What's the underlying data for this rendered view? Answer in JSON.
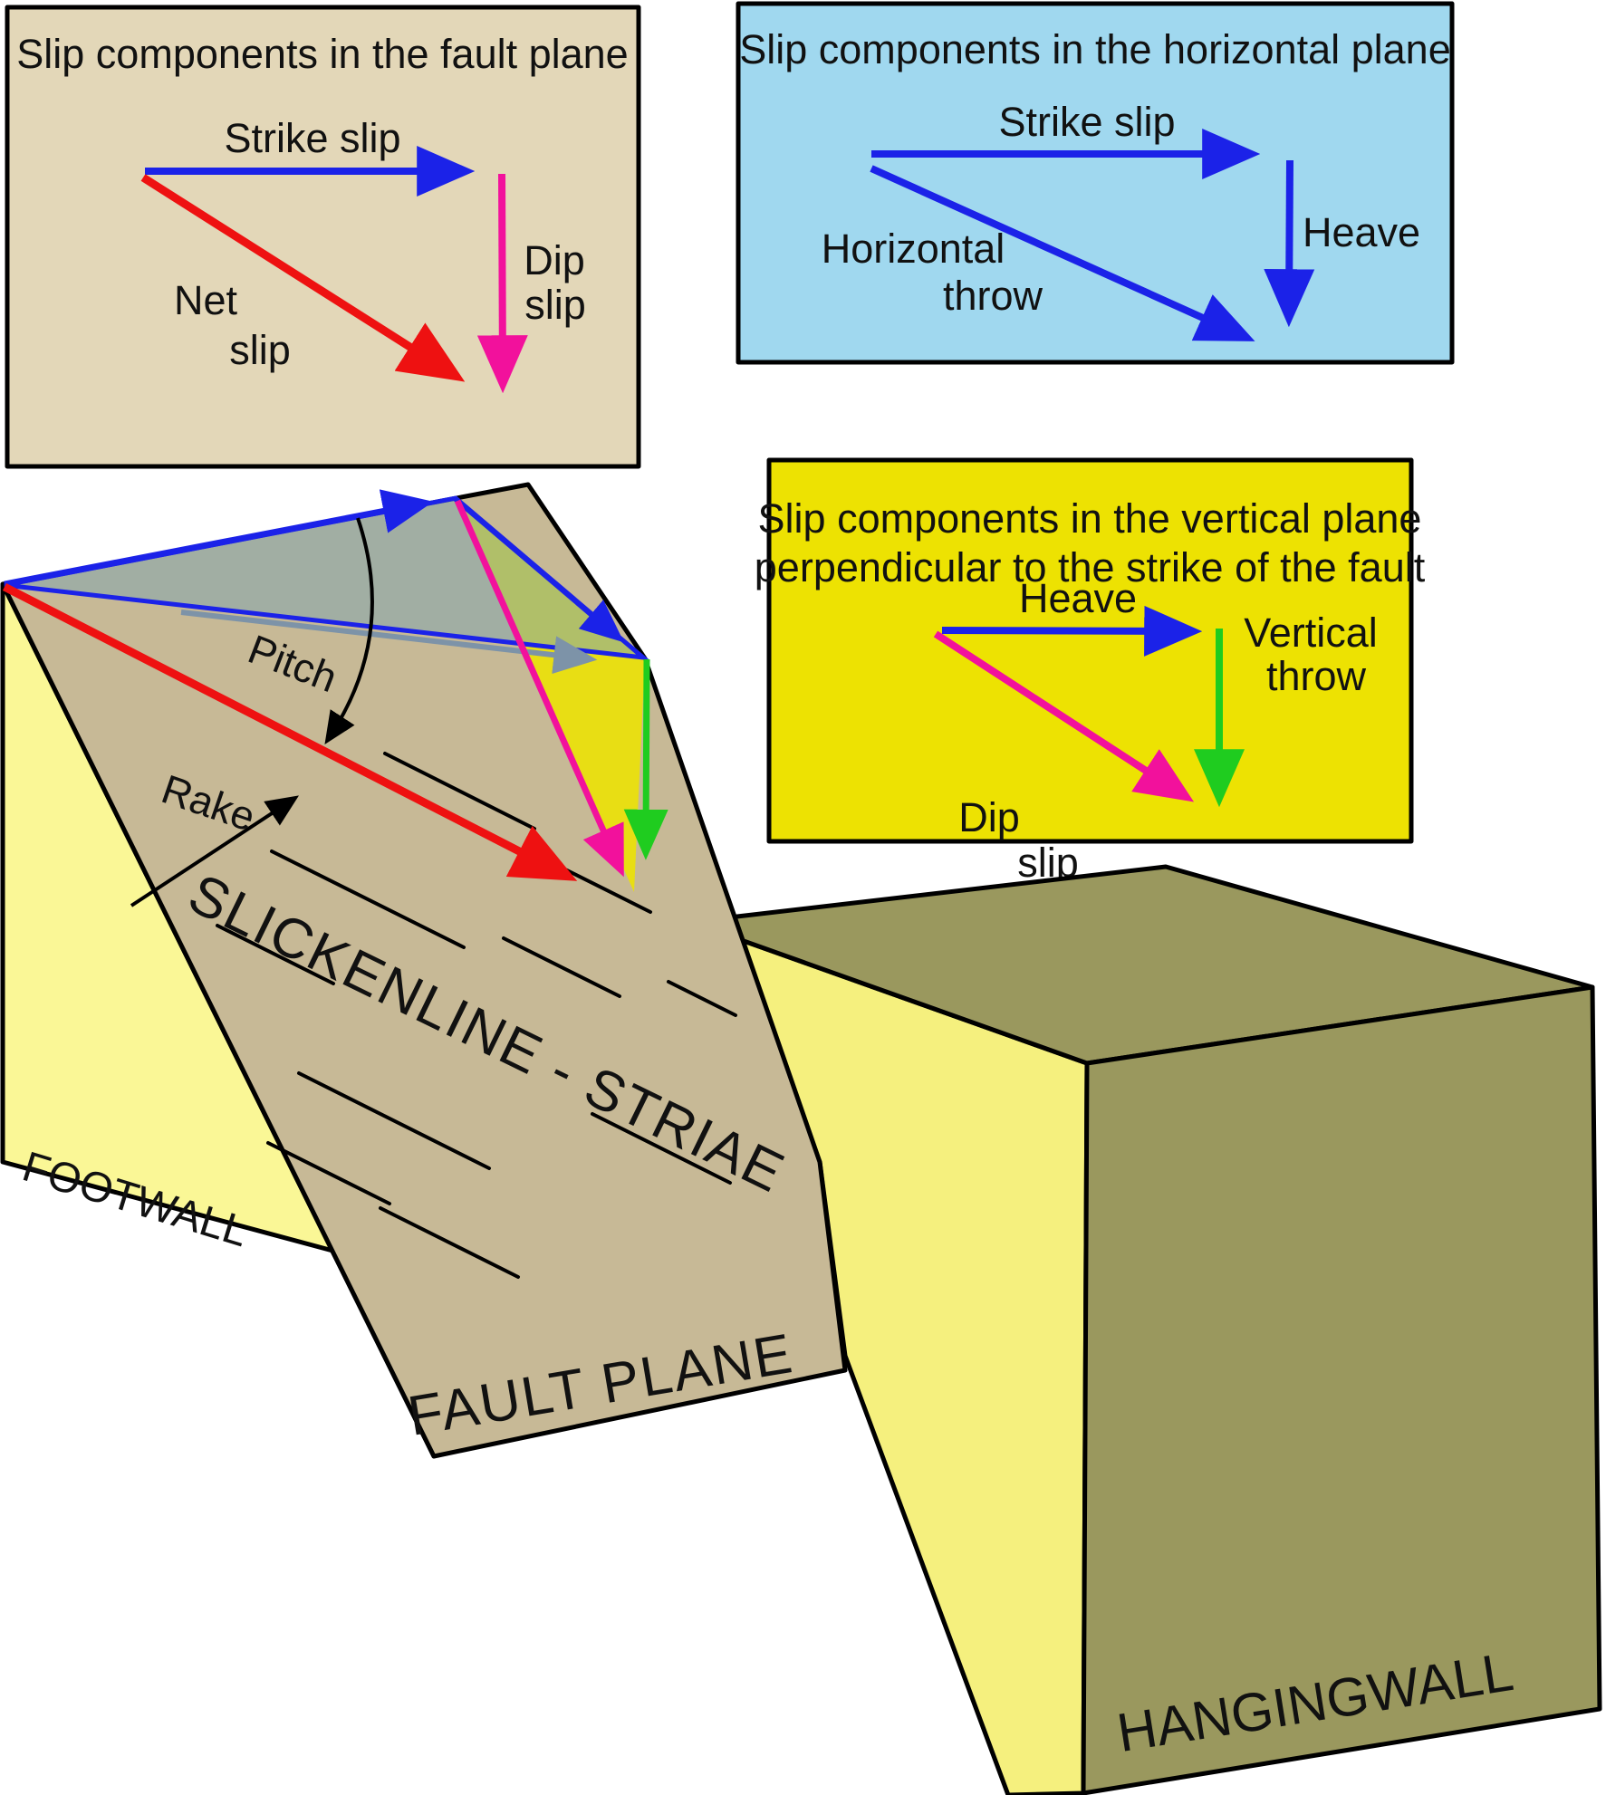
{
  "boxes": {
    "fault_plane": {
      "title": "Slip components in the fault plane",
      "strike_slip": "Strike slip",
      "net_line1": "Net",
      "net_line2": "slip",
      "dip_line1": "Dip",
      "dip_line2": "slip"
    },
    "horizontal_plane": {
      "title": "Slip components in the horizontal plane",
      "strike_slip": "Strike slip",
      "horizontal_line1": "Horizontal",
      "horizontal_line2": "throw",
      "heave": "Heave"
    },
    "vertical_plane": {
      "title_line1": "Slip components in the vertical plane",
      "title_line2": "perpendicular to the strike of the fault",
      "heave": "Heave",
      "vertical_line1": "Vertical",
      "vertical_line2": "throw",
      "dip_line1": "Dip",
      "dip_line2": "slip"
    }
  },
  "block_diagram": {
    "pitch": "Pitch",
    "rake": "Rake",
    "slickenline": "SLICKENLINE - STRIAE",
    "fault_plane": "FAULT PLANE",
    "footwall": "FOOTWALL",
    "hangingwall": "HANGINGWALL"
  },
  "colors": {
    "strike_slip_blue": "#1B22E8",
    "net_slip_red": "#EE1111",
    "dip_slip_magenta": "#F2119C",
    "vertical_throw_green": "#1FCC1F",
    "horizontal_throw_gray": "#7D93A8",
    "box_fault_bg": "#E3D7B8",
    "box_horizontal_bg": "#A0D8EF",
    "box_vertical_bg": "#EDE202",
    "fault_plane_fill": "#C7B996",
    "footwall_fill": "#FAF796",
    "hangingwall_side_fill": "#F5F07E",
    "hangingwall_fill": "#9A985E",
    "horizontal_plane_overlay": "rgba(130,165,175,0.55)",
    "outline_black": "#000000"
  }
}
